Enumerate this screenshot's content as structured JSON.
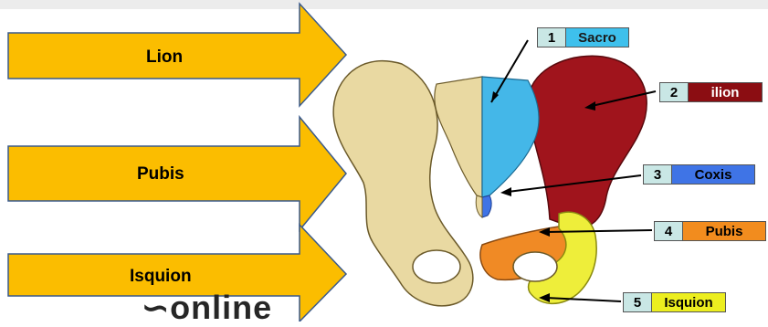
{
  "arrows": [
    {
      "label": "Lion"
    },
    {
      "label": "Pubis"
    },
    {
      "label": "Isquion"
    }
  ],
  "callouts": [
    {
      "number": "1",
      "name": "Sacro",
      "color": "#3ec0ec",
      "text_color": "#1a1a1a"
    },
    {
      "number": "2",
      "name": "ilion",
      "color": "#8b0d12",
      "text_color": "#ffffff"
    },
    {
      "number": "3",
      "name": "Coxis",
      "color": "#3f74e6",
      "text_color": "#000000"
    },
    {
      "number": "4",
      "name": "Pubis",
      "color": "#f28c1e",
      "text_color": "#000000"
    },
    {
      "number": "5",
      "name": "Isquion",
      "color": "#ecee1f",
      "text_color": "#000000"
    }
  ],
  "watermark": "online",
  "colors": {
    "arrow_fill": "#fbbd00",
    "arrow_stroke": "#3a5a8c",
    "bone": "#e9d9a2",
    "bone_outline": "#6b5a2a",
    "sacrum": "#44b7e8",
    "ilium": "#a0141c",
    "coccyx": "#3f74e6",
    "pubis": "#f08a25",
    "ischium": "#eeee3a"
  }
}
